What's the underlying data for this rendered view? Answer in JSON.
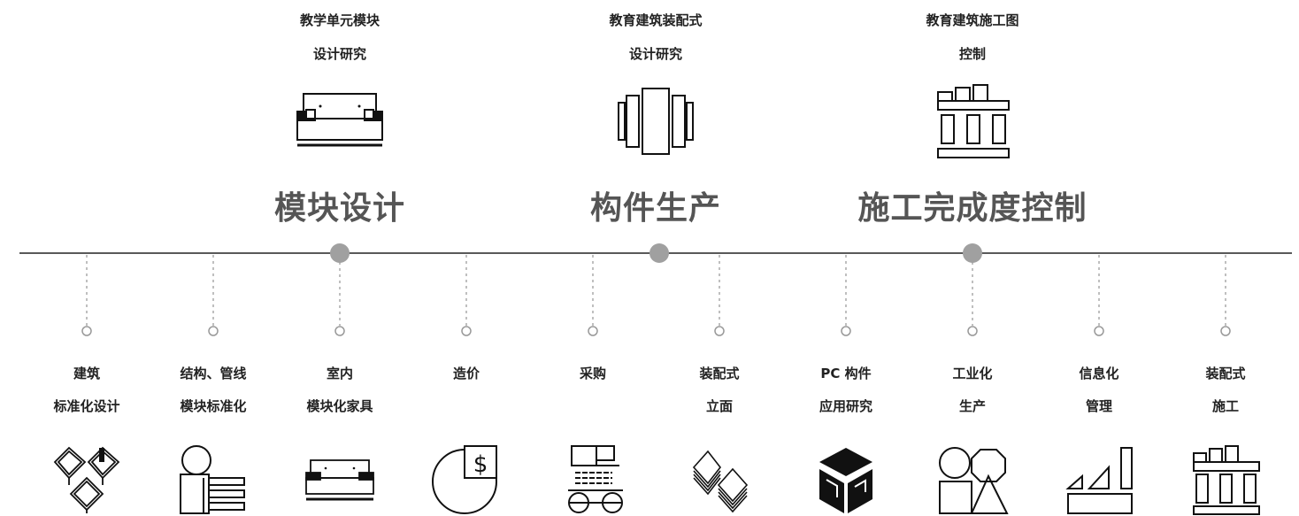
{
  "top_labels": [
    {
      "line1": "教学单元模块",
      "line2": "设计研究"
    },
    {
      "line1": "教育建筑装配式",
      "line2": "设计研究"
    },
    {
      "line1": "教育建筑施工图",
      "line2": "控制"
    }
  ],
  "stages": [
    {
      "title": "模块设计"
    },
    {
      "title": "构件生产"
    },
    {
      "title": "施工完成度控制"
    }
  ],
  "items": [
    {
      "line1": "建筑",
      "line2": "标准化设计"
    },
    {
      "line1": "结构、管线",
      "line2": "模块标准化"
    },
    {
      "line1": "室内",
      "line2": "模块化家具"
    },
    {
      "line1": "造价",
      "line2": ""
    },
    {
      "line1": "采购",
      "line2": ""
    },
    {
      "line1": "装配式",
      "line2": "立面"
    },
    {
      "line1": "PC 构件",
      "line2": "应用研究"
    },
    {
      "line1": "工业化",
      "line2": "生产"
    },
    {
      "line1": "信息化",
      "line2": "管理"
    },
    {
      "line1": "装配式",
      "line2": "施工"
    }
  ],
  "colors": {
    "milestone": "#a0a0a0",
    "line": "#222222",
    "connector": "#aaaaaa",
    "stage_text": "#555555"
  }
}
